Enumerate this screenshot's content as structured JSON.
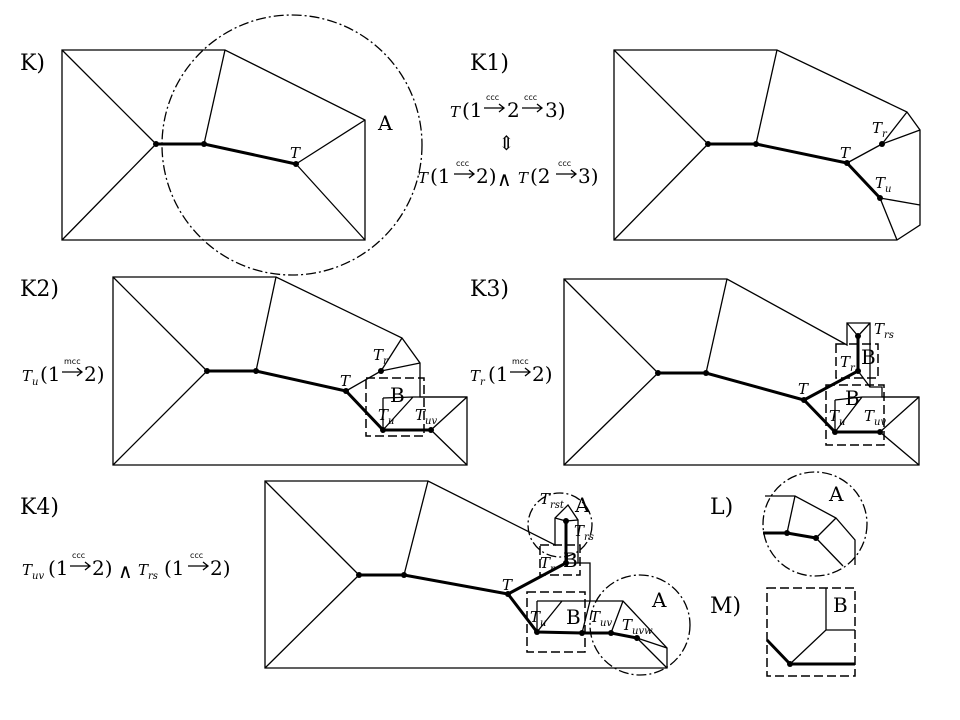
{
  "panels": {
    "K": "K)",
    "K1": "K1)",
    "K2": "K2)",
    "K3": "K3)",
    "K4": "K4)",
    "L": "L)",
    "M": "M)"
  },
  "markers": {
    "A": "A",
    "B": "B"
  },
  "vertex_symbol": "T",
  "subscripts": {
    "r": "r",
    "u": "u",
    "uv": "uv",
    "rs": "rs",
    "rst": "rst",
    "uvw": "uvw"
  },
  "arrow_tags": {
    "ccc": "ccc",
    "mcc": "mcc"
  },
  "equations": {
    "eq_top_open": "(1",
    "eq_top_mid": "2",
    "eq_top_close": "3)",
    "equivalence": "⇕",
    "eq_bot_left_open": "(1",
    "eq_bot_left_close": "2)",
    "and": "∧",
    "eq_bot_right_open": "(2",
    "eq_bot_right_close": "3)",
    "k2_open": "(1",
    "k2_close": "2)",
    "k3_open": "(1",
    "k3_close": "2)",
    "k4_left_open": "(1",
    "k4_left_close": "2)",
    "k4_right_open": "(1",
    "k4_right_close": "2)"
  }
}
